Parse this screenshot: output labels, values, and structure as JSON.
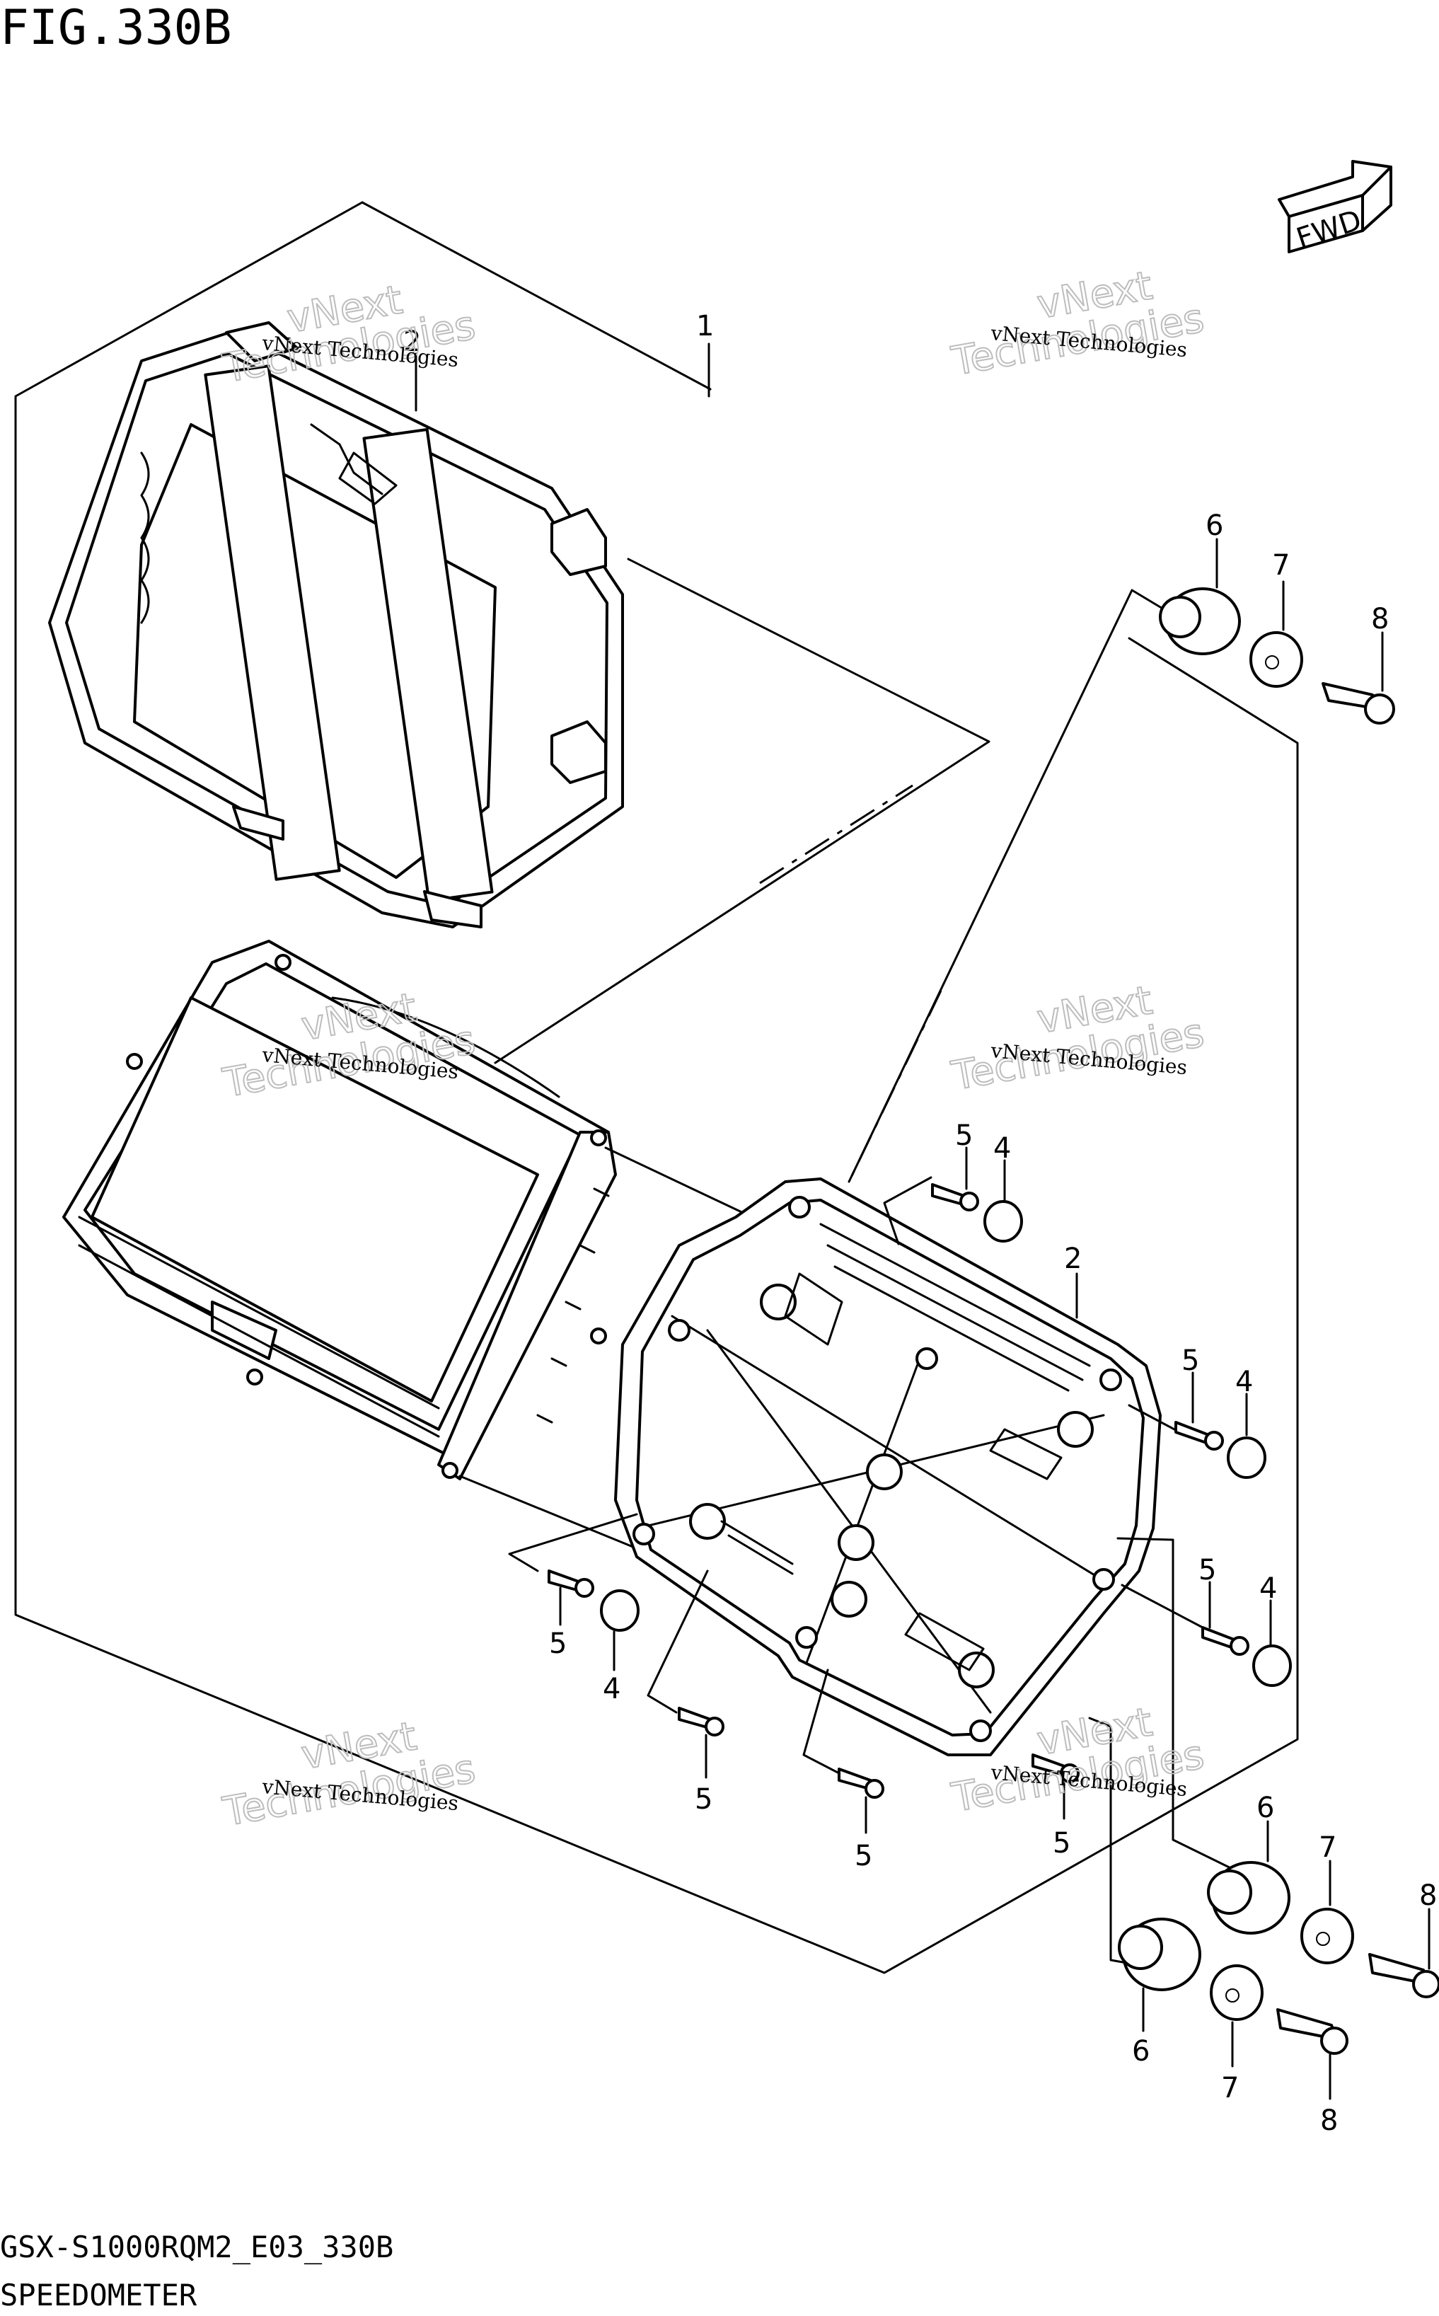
{
  "figure": {
    "title": "FIG.330B",
    "model_code": "GSX-S1000RQM2_E03_330B",
    "subtitle": "SPEEDOMETER"
  },
  "fwd_badge": {
    "label": "FWD"
  },
  "watermark": {
    "small_text": "vNext Technologies",
    "big_line1": "vNext",
    "big_line2": "Technologies"
  },
  "callouts": {
    "c1": "1",
    "c2_top": "2",
    "c2": "2",
    "c6_top": "6",
    "c7_top": "7",
    "c8_top": "8",
    "c5_a": "5",
    "c4_a": "4",
    "c5_b": "5",
    "c4_b": "4",
    "c5_c": "5",
    "c4_c": "4",
    "c5_d": "5",
    "c4_d": "4",
    "c5_e": "5",
    "c5_f": "5",
    "c5_g": "5",
    "c6_mid": "6",
    "c7_mid": "7",
    "c8_mid": "8",
    "c6_low": "6",
    "c7_low": "7",
    "c8_low": "8"
  }
}
